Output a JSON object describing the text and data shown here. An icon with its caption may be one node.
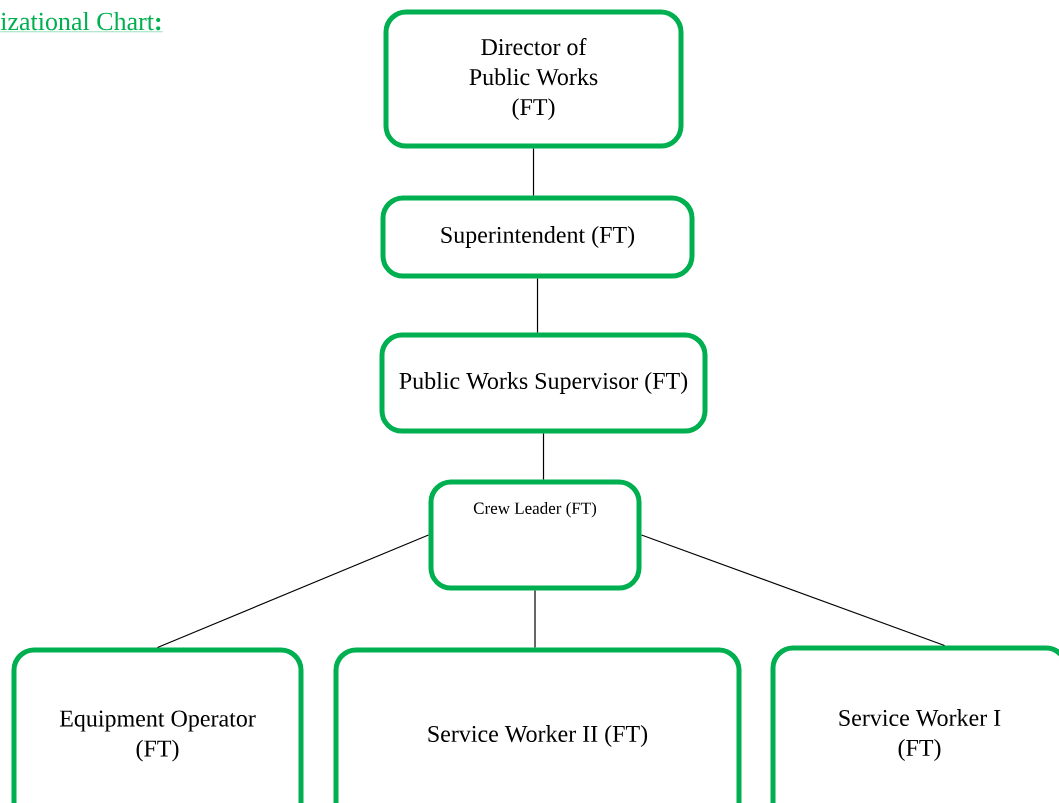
{
  "diagram": {
    "title": "izational Chart**:**",
    "nodes": [
      {
        "text": [
          "Director of Public Works (FT)"
        ]
      },
      {
        "text": [
          "Superintendent (FT)"
        ]
      },
      {
        "text": [
          "Public Works Supervisor (FT)"
        ]
      },
      {
        "text": [
          "Crew Leader (FT)"
        ]
      },
      {
        "text": [
          "Equipment Operator (FT)"
        ]
      },
      {
        "text": [
          "Service Worker II (FT)"
        ]
      },
      {
        "text": [
          "Service Worker I (FT)"
        ]
      }
    ],
    "edges": [
      {
        "from": 0,
        "to": 1,
        "arrow": "none"
      },
      {
        "from": 1,
        "to": 2,
        "arrow": "none"
      },
      {
        "from": 2,
        "to": 3,
        "arrow": "none"
      },
      {
        "from": 3,
        "to": 4,
        "arrow": "none"
      },
      {
        "from": 3,
        "to": 5,
        "arrow": "none"
      },
      {
        "from": 3,
        "to": 6,
        "arrow": "none"
      }
    ]
  }
}
